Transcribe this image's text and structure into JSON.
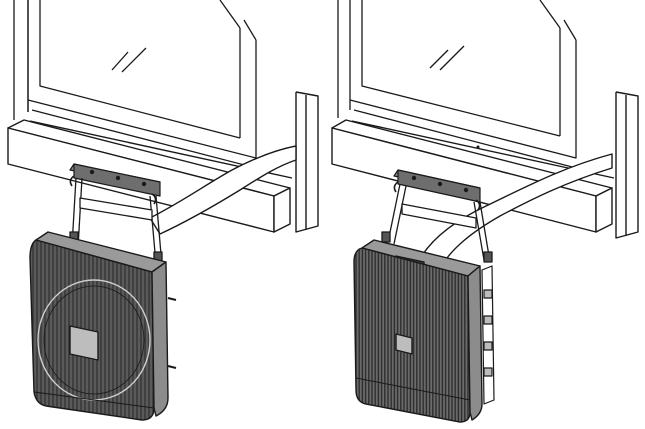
{
  "panels": [
    {
      "id": "left",
      "unit": "outdoor-unit-with-fan-grille"
    },
    {
      "id": "right",
      "unit": "outdoor-unit-with-fins-and-back-bracket"
    }
  ],
  "colors": {
    "line": "#1a1a1a",
    "unit_body": "#5c5c5c",
    "unit_top": "#9a9a9a",
    "unit_side": "#8c8c8c",
    "fins_dark": "#3a3a3a",
    "panel_light": "#bdbdbd",
    "bracket": "#6e6e6e",
    "hose_fill": "#ffffff",
    "sill_fill": "#ffffff"
  }
}
